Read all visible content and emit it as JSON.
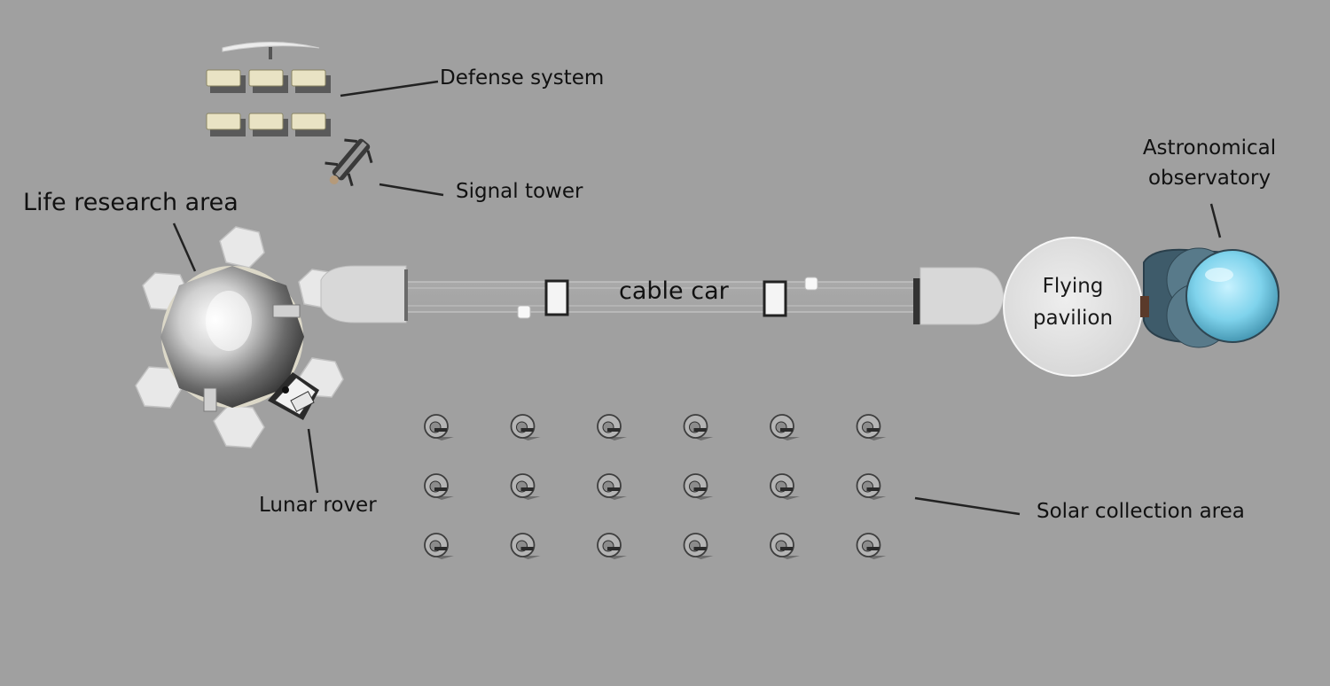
{
  "labels": {
    "defense_system": "Defense system",
    "signal_tower": "Signal tower",
    "life_research_area": "Life research area",
    "cable_car": "cable car",
    "flying_pavilion_line1": "Flying",
    "flying_pavilion_line2": "pavilion",
    "astronomical_line1": "Astronomical",
    "astronomical_line2": "observatory",
    "lunar_rover": "Lunar rover",
    "solar_collection_area": "Solar collection area"
  },
  "solar_grid": {
    "rows": 3,
    "cols": 6
  },
  "colors": {
    "background": "#a0a0a0",
    "text": "#111111",
    "dome_glass": "#8ad8ee",
    "dome_frame": "#3e5b6a",
    "pavilion": "#e6e6e6",
    "hub_metal": "#bdbdbd"
  }
}
